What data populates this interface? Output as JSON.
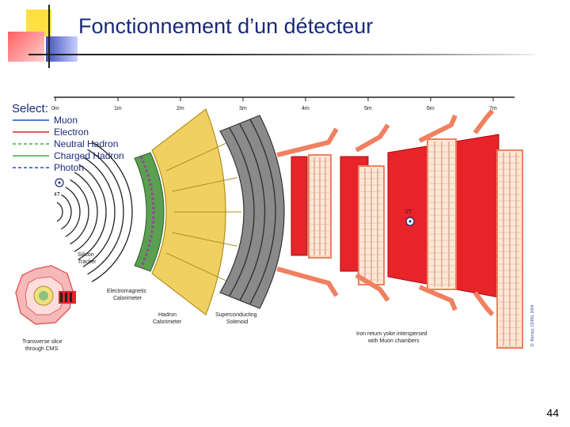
{
  "slide": {
    "title": "Fonctionnement d’un détecteur",
    "page_number": "44"
  },
  "legend": {
    "heading": "Select:",
    "items": [
      {
        "label": "Muon",
        "color": "#1f4fbf",
        "dash": "solid"
      },
      {
        "label": "Electron",
        "color": "#e02020",
        "dash": "solid"
      },
      {
        "label": "Neutral Hadron",
        "color": "#3cb043",
        "dash": "dashed"
      },
      {
        "label": "Charged Hadron",
        "color": "#3cb043",
        "dash": "solid"
      },
      {
        "label": "Photon",
        "color": "#1f4fbf",
        "dash": "dashed"
      }
    ]
  },
  "scale": {
    "ticks": [
      "0m",
      "1m",
      "2m",
      "3m",
      "4m",
      "5m",
      "6m",
      "7m"
    ]
  },
  "labels": {
    "field_inner": "4T",
    "field_outer": "2T",
    "tracker": [
      "Silicon",
      "Tracker"
    ],
    "ecal": [
      "Electromagnetic",
      "Calorimeter"
    ],
    "hcal": [
      "Hadron",
      "Calorimeter"
    ],
    "solenoid": [
      "Superconducting",
      "Solenoid"
    ],
    "yoke": [
      "Iron return yoke interspersed",
      "with Muon chambers"
    ],
    "inset": [
      "Transverse slice",
      "through CMS"
    ],
    "credit": "D. Barney, CERN, 2004"
  },
  "colors": {
    "title": "#1a2a7a",
    "iron": "#e8232a",
    "muon_chamber": "#f08060",
    "calorimeter": "#f0d060",
    "ecal": "#5aa050",
    "solenoid": "#8a8a8a"
  }
}
